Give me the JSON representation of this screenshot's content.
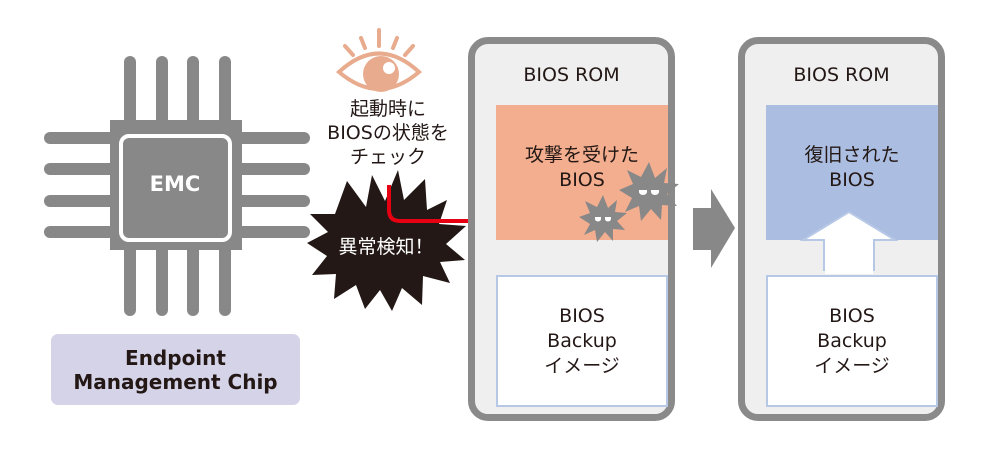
{
  "emc": {
    "chip_label": "EMC",
    "caption_line1": "Endpoint",
    "caption_line2": "Management Chip",
    "chip_color": "#888888",
    "caption_bg": "#d5d3e8"
  },
  "monitor": {
    "icon": "eye-icon",
    "icon_color": "#e8ab8e",
    "text_line1": "起動時に",
    "text_line2": "BIOSの状態を",
    "text_line3": "チェック"
  },
  "alert": {
    "icon": "starburst-icon",
    "text": "異常検知！",
    "arrow_color": "#e60012"
  },
  "rom_attacked": {
    "title": "BIOS ROM",
    "bios_line1": "攻撃を受けた",
    "bios_line2": "BIOS",
    "bios_color": "#f3ae8f",
    "threat_icons": [
      "virus-icon",
      "virus-icon"
    ],
    "backup_line1": "BIOS",
    "backup_line2": "Backup",
    "backup_line3": "イメージ"
  },
  "transition": {
    "icon": "arrow-right-icon"
  },
  "rom_restored": {
    "title": "BIOS ROM",
    "bios_line1": "復旧された",
    "bios_line2": "BIOS",
    "bios_color": "#abbde0",
    "restore_icon": "arrow-up-icon",
    "backup_line1": "BIOS",
    "backup_line2": "Backup",
    "backup_line3": "イメージ"
  }
}
